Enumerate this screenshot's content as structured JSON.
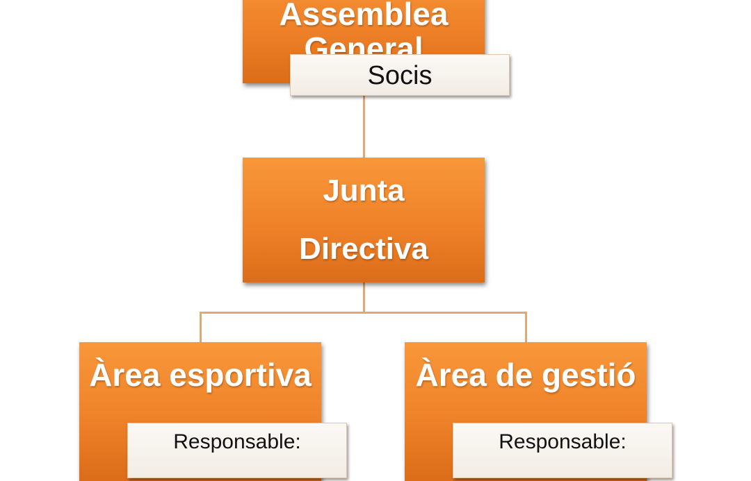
{
  "colors": {
    "box_fill": "#ee8229",
    "box_text": "#ffffff",
    "sub_fill": "#f5f0ea",
    "sub_text": "#111111",
    "connector": "#e0a872"
  },
  "nodes": {
    "assemblea": {
      "lines": [
        "Assemblea",
        "General"
      ],
      "sub": "Socis"
    },
    "junta": {
      "lines": [
        "Junta",
        "Directiva"
      ]
    },
    "esportiva": {
      "title": "Àrea esportiva",
      "sub": "Responsable:"
    },
    "gestio": {
      "title": "Àrea de gestió",
      "sub": "Responsable:"
    }
  }
}
